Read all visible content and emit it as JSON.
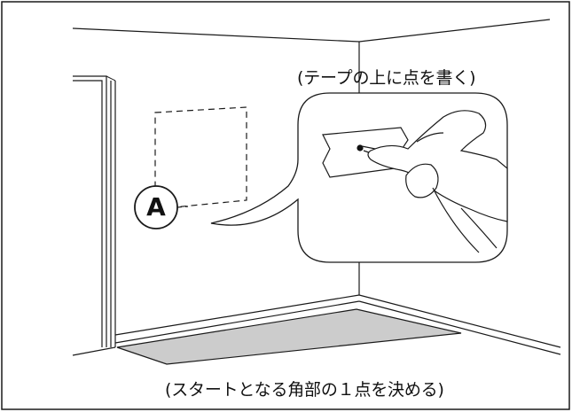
{
  "captions": {
    "top": "(テープの上に点を書く)",
    "bottom": "(スタートとなる角部の１点を決める)"
  },
  "marker": {
    "label": "A"
  },
  "colors": {
    "line": "#1a1a1a",
    "floor_mat": "#cccccc",
    "background": "#ffffff"
  }
}
